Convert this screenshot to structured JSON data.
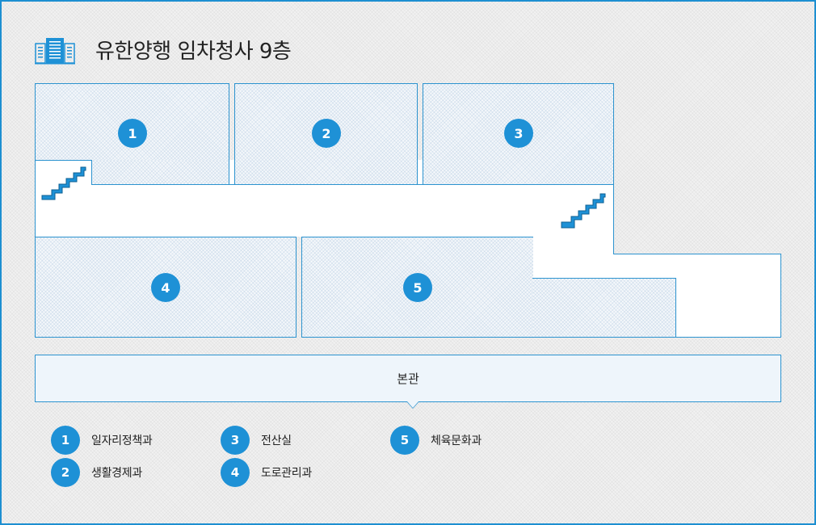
{
  "title": "유한양행 임차청사 9층",
  "icons": {
    "title": "building-icon",
    "stairs": "stairs-icon"
  },
  "colors": {
    "accent": "#1e91d6",
    "border": "#2c93cf",
    "main_building_bg": "#eef5fb"
  },
  "rooms": [
    {
      "number": "1",
      "name": "일자리정책과"
    },
    {
      "number": "2",
      "name": "생활경제과"
    },
    {
      "number": "3",
      "name": "전산실"
    },
    {
      "number": "4",
      "name": "도로관리과"
    },
    {
      "number": "5",
      "name": "체육문화과"
    }
  ],
  "main_building": "본관"
}
